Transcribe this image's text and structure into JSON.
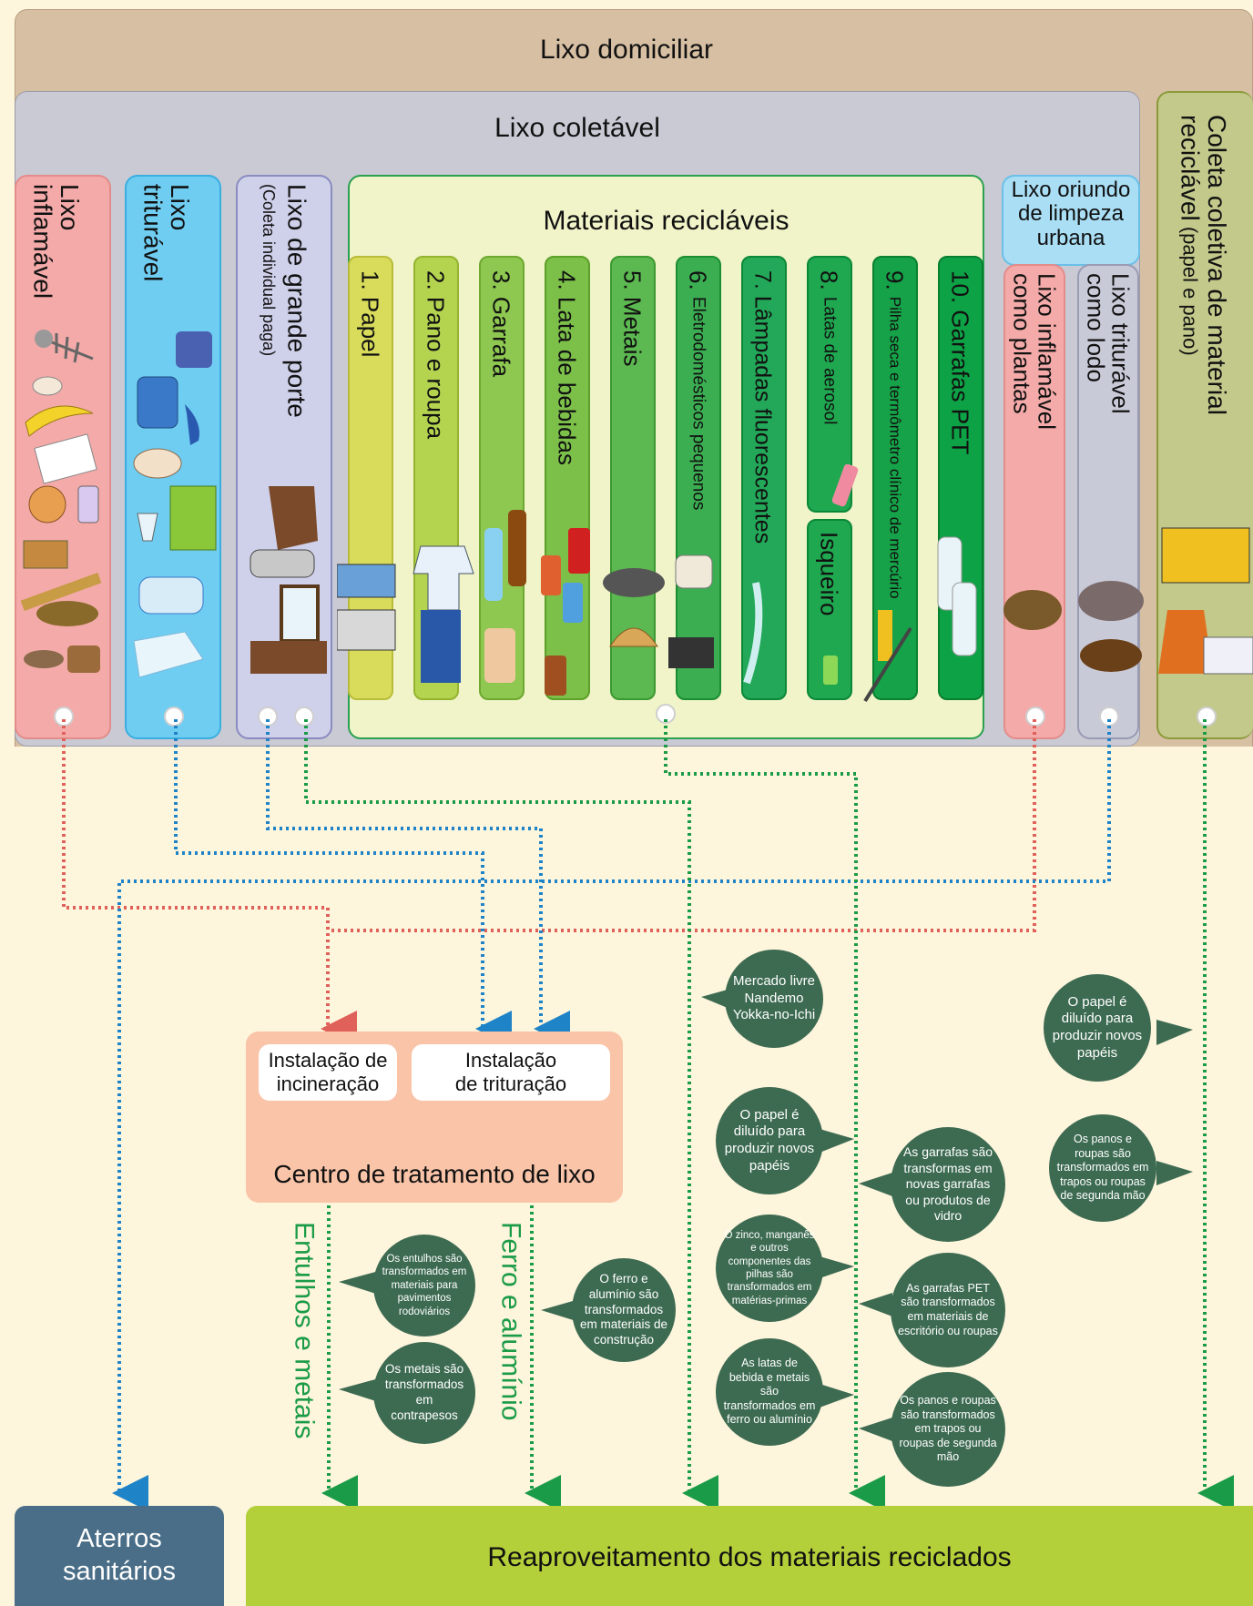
{
  "household": "Lixo domiciliar",
  "collectable": "Lixo coletável",
  "columns": {
    "flammable": [
      "Lixo",
      "inflamável"
    ],
    "crushable": [
      "Lixo",
      "triturável"
    ],
    "large_title": "Lixo de grande porte",
    "large_sub": "(Coleta individual paga)",
    "recyclables_title": "Materiais recicláveis",
    "urban_title": [
      "Lixo oriundo",
      "de limpeza",
      "urbana"
    ],
    "urban_flammable": [
      "Lixo inflamável",
      "como plantas"
    ],
    "urban_crushable": [
      "Lixo triturável",
      "como lodo"
    ],
    "collective_title": "Coleta coletiva de material",
    "collective_sub1": "reciclável",
    "collective_sub2": " (papel e pano)"
  },
  "recyclables": [
    {
      "num": "1.",
      "name": "Papel"
    },
    {
      "num": "2.",
      "name": "Pano e roupa"
    },
    {
      "num": "3.",
      "name": "Garrafa"
    },
    {
      "num": "4.",
      "name": "Lata de bebidas"
    },
    {
      "num": "5.",
      "name": "Metais"
    },
    {
      "num": "6.",
      "name": "Eletrodomésticos pequenos"
    },
    {
      "num": "7.",
      "name": "Lâmpadas fluorescentes"
    },
    {
      "num": "8.",
      "name": "Latas de aerosol"
    },
    {
      "num": "",
      "name": "Isqueiro"
    },
    {
      "num": "9.",
      "name": "Pilha seca e termômetro clínico de mercúrio"
    },
    {
      "num": "10.",
      "name": "Garrafas PET"
    }
  ],
  "facilities": {
    "incineration": [
      "Instalação de",
      "incineração"
    ],
    "crushing": [
      "Instalação",
      "de trituração"
    ],
    "center": "Centro de tratamento de lixo"
  },
  "flows": {
    "rubble": "Entulhos e metais",
    "iron": "Ferro e alumínio"
  },
  "bubbles": [
    "Mercado livre Nandemo Yokka-no-Ichi",
    "O papel é diluído para produzir novos papéis",
    "Os panos e roupas são transformados em trapos ou roupas de segunda mão",
    "O papel é diluído para produzir novos papéis",
    "As garrafas são transformas em novas garrafas ou produtos de vidro",
    "O zinco, manganês e outros componentes das pilhas são transformados em matérias-primas",
    "As garrafas PET são transformados em materiais de escritório ou roupas",
    "As latas de bebida e metais são transformados em ferro ou alumínio",
    "Os panos e roupas são transformados em trapos ou roupas de segunda mão",
    "Os entulhos são transformados em materiais para pavimentos rodoviários",
    "Os metais são transformados em contrapesos",
    "O ferro e alumínio são transformados em materiais de construção"
  ],
  "landfill": [
    "Aterros",
    "sanitários"
  ],
  "reuse": "Reaproveitamento dos materiais reciclados",
  "colors": {
    "household": "#d7bfa3",
    "collectable": "#c9cad4",
    "flammable": "#f3aaa8",
    "crushable": "#6fcdf2",
    "large": "#cfd0ea",
    "recyclables_panel": "#f0f4c8",
    "urban": "#a9def5",
    "collective": "#c2c98a",
    "red_line": "#e0605a",
    "blue_line": "#1f83c7",
    "green_line": "#1a9b47",
    "bubble": "#3d6b52",
    "landfill": "#4a6e87",
    "reuse": "#b3cf3a",
    "center": "#f9c4a8"
  }
}
